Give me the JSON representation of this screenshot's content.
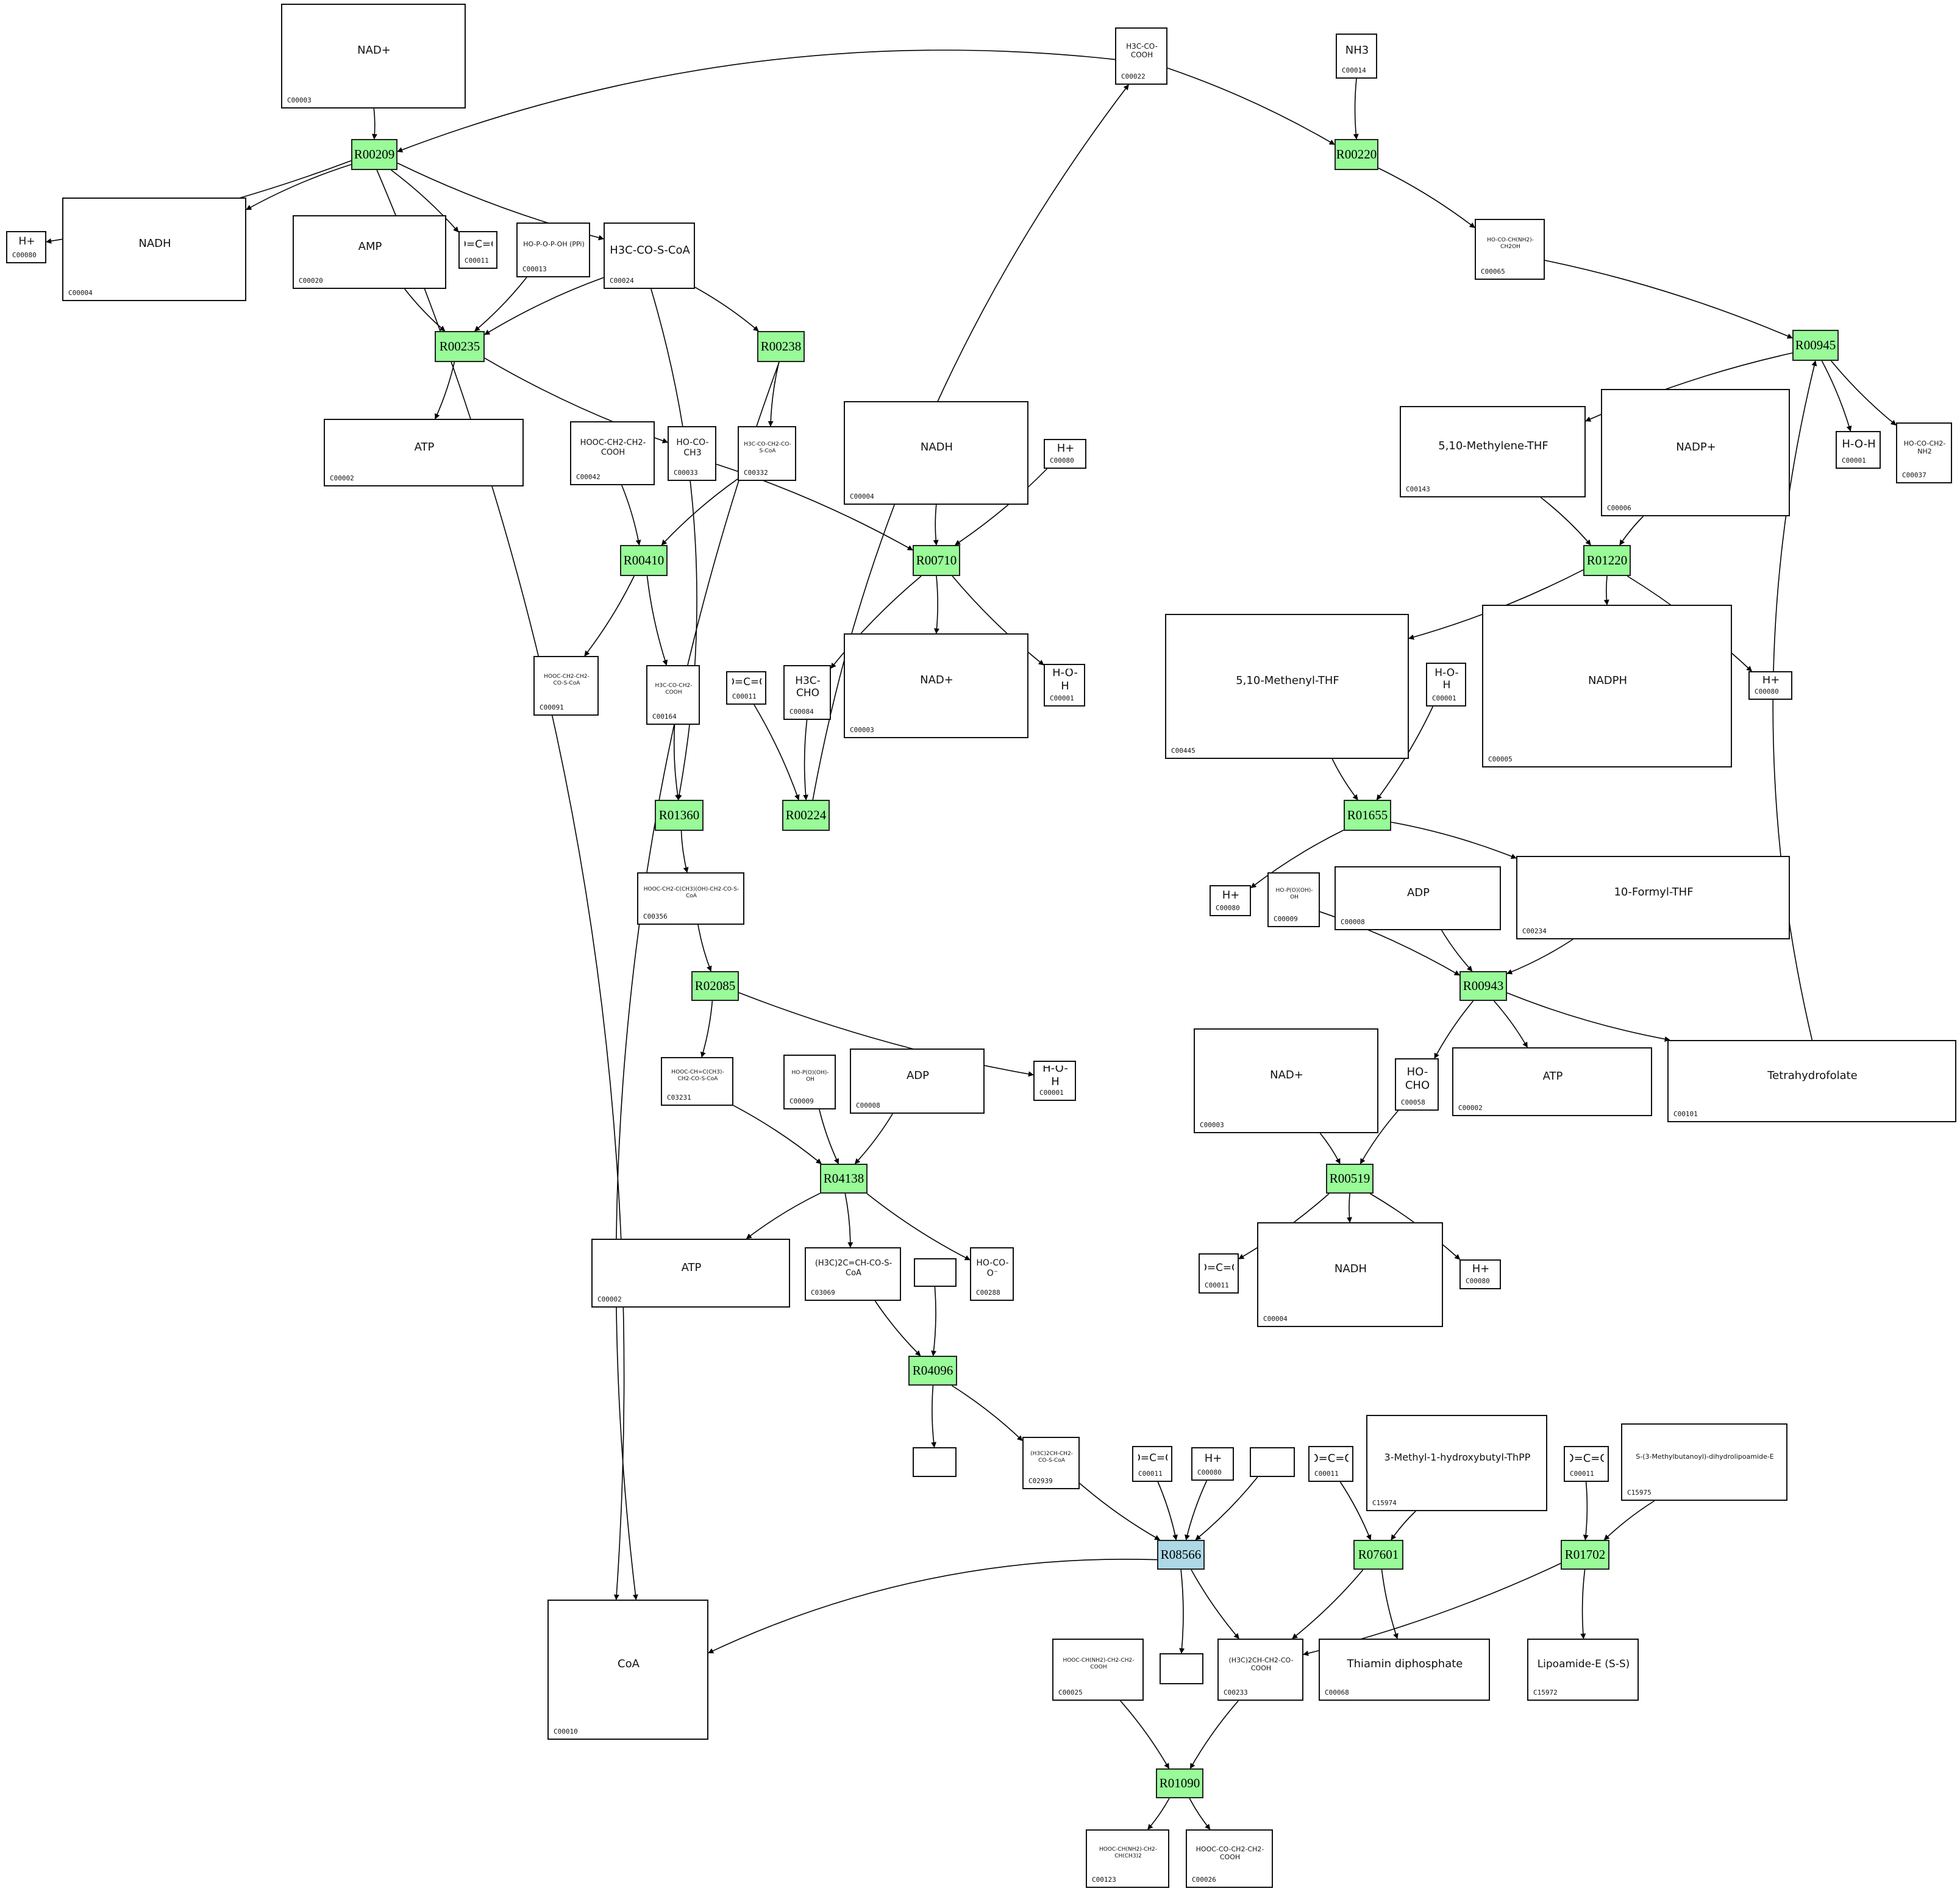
{
  "diagram": {
    "type": "metabolic-pathway",
    "colors": {
      "reaction": "#98fb98",
      "reaction_highlight": "#add8e6",
      "edge": "#000000"
    },
    "reactions": [
      {
        "id": "R00209",
        "label": "R00209"
      },
      {
        "id": "R00220",
        "label": "R00220"
      },
      {
        "id": "R00235",
        "label": "R00235"
      },
      {
        "id": "R00238",
        "label": "R00238"
      },
      {
        "id": "R00945",
        "label": "R00945"
      },
      {
        "id": "R00410",
        "label": "R00410"
      },
      {
        "id": "R00710",
        "label": "R00710"
      },
      {
        "id": "R01220",
        "label": "R01220"
      },
      {
        "id": "R01360",
        "label": "R01360"
      },
      {
        "id": "R00224",
        "label": "R00224"
      },
      {
        "id": "R01655",
        "label": "R01655"
      },
      {
        "id": "R02085",
        "label": "R02085"
      },
      {
        "id": "R00943",
        "label": "R00943"
      },
      {
        "id": "R04138",
        "label": "R04138"
      },
      {
        "id": "R00519",
        "label": "R00519"
      },
      {
        "id": "R04096",
        "label": "R04096"
      },
      {
        "id": "R08566",
        "label": "R08566",
        "highlight": true
      },
      {
        "id": "R07601",
        "label": "R07601"
      },
      {
        "id": "R01702",
        "label": "R01702"
      },
      {
        "id": "R01090",
        "label": "R01090"
      }
    ],
    "compounds": [
      {
        "key": "n1",
        "id": "C00003",
        "formula": "NAD+"
      },
      {
        "key": "n2",
        "id": "C00022",
        "formula": "H3C-CO-COOH"
      },
      {
        "key": "n3",
        "id": "C00014",
        "formula": "NH3"
      },
      {
        "key": "n4",
        "id": "C00080",
        "formula": "H+"
      },
      {
        "key": "n5",
        "id": "C00004",
        "formula": "NADH"
      },
      {
        "key": "n6",
        "id": "C00020",
        "formula": "AMP"
      },
      {
        "key": "n7",
        "id": "C00011",
        "formula": "O=C=O"
      },
      {
        "key": "n8",
        "id": "C00013",
        "formula": "HO-P-O-P-OH (PPi)"
      },
      {
        "key": "n9",
        "id": "C00024",
        "formula": "H3C-CO-S-CoA"
      },
      {
        "key": "n10",
        "id": "C00065",
        "formula": "HO-CO-CH(NH2)-CH2OH"
      },
      {
        "key": "n11",
        "id": "C00002",
        "formula": "ATP"
      },
      {
        "key": "n12",
        "id": "C00042",
        "formula": "HOOC-CH2-CH2-COOH"
      },
      {
        "key": "n13",
        "id": "C00033",
        "formula": "HO-CO-CH3"
      },
      {
        "key": "n14",
        "id": "C00332",
        "formula": "H3C-CO-CH2-CO-S-CoA"
      },
      {
        "key": "n15",
        "id": "C00004",
        "formula": "NADH"
      },
      {
        "key": "n16",
        "id": "C00080",
        "formula": "H+"
      },
      {
        "key": "n17",
        "id": "C00143",
        "formula": "5,10-Methylene-THF"
      },
      {
        "key": "n18",
        "id": "C00006",
        "formula": "NADP+"
      },
      {
        "key": "n19",
        "id": "C00001",
        "formula": "H-O-H"
      },
      {
        "key": "n20",
        "id": "C00037",
        "formula": "HO-CO-CH2-NH2"
      },
      {
        "key": "n21",
        "id": "C00091",
        "formula": "HOOC-CH2-CH2-CO-S-CoA"
      },
      {
        "key": "n22",
        "id": "C00164",
        "formula": "H3C-CO-CH2-COOH"
      },
      {
        "key": "n23",
        "id": "C00011",
        "formula": "O=C=O"
      },
      {
        "key": "n24",
        "id": "C00084",
        "formula": "H3C-CHO"
      },
      {
        "key": "n25",
        "id": "C00003",
        "formula": "NAD+"
      },
      {
        "key": "n26",
        "id": "C00001",
        "formula": "H-O-H"
      },
      {
        "key": "n27",
        "id": "C00445",
        "formula": "5,10-Methenyl-THF"
      },
      {
        "key": "n28",
        "id": "C00001",
        "formula": "H-O-H"
      },
      {
        "key": "n29",
        "id": "C00005",
        "formula": "NADPH"
      },
      {
        "key": "n30",
        "id": "C00080",
        "formula": "H+"
      },
      {
        "key": "n31",
        "id": "C00356",
        "formula": "HOOC-CH2-C(CH3)(OH)-CH2-CO-S-CoA"
      },
      {
        "key": "n32",
        "id": "C00080",
        "formula": "H+"
      },
      {
        "key": "n33",
        "id": "C00009",
        "formula": "HO-P(O)(OH)-OH"
      },
      {
        "key": "n34",
        "id": "C00008",
        "formula": "ADP"
      },
      {
        "key": "n35",
        "id": "C00234",
        "formula": "10-Formyl-THF"
      },
      {
        "key": "n36",
        "id": "C03231",
        "formula": "HOOC-CH=C(CH3)-CH2-CO-S-CoA"
      },
      {
        "key": "n37",
        "id": "C00009",
        "formula": "HO-P(O)(OH)-OH"
      },
      {
        "key": "n38",
        "id": "C00008",
        "formula": "ADP"
      },
      {
        "key": "n39",
        "id": "C00001",
        "formula": "H-O-H"
      },
      {
        "key": "n40",
        "id": "C00003",
        "formula": "NAD+"
      },
      {
        "key": "n41",
        "id": "C00058",
        "formula": "HO-CHO"
      },
      {
        "key": "n42",
        "id": "C00002",
        "formula": "ATP"
      },
      {
        "key": "n43",
        "id": "C00101",
        "formula": "Tetrahydrofolate"
      },
      {
        "key": "n44",
        "id": "C00002",
        "formula": "ATP"
      },
      {
        "key": "n45",
        "id": "C03069",
        "formula": "(H3C)2C=CH-CO-S-CoA"
      },
      {
        "key": "n46",
        "id": "",
        "formula": "",
        "blank": true
      },
      {
        "key": "n47",
        "id": "C00288",
        "formula": "HO-CO-O⁻"
      },
      {
        "key": "n48",
        "id": "C00011",
        "formula": "O=C=O"
      },
      {
        "key": "n49",
        "id": "C00004",
        "formula": "NADH"
      },
      {
        "key": "n50",
        "id": "C00080",
        "formula": "H+"
      },
      {
        "key": "n51",
        "id": "",
        "formula": "",
        "blank": true
      },
      {
        "key": "n52",
        "id": "C02939",
        "formula": "(H3C)2CH-CH2-CO-S-CoA"
      },
      {
        "key": "n53",
        "id": "C00011",
        "formula": "O=C=O"
      },
      {
        "key": "n54",
        "id": "C00080",
        "formula": "H+"
      },
      {
        "key": "n55",
        "id": "",
        "formula": "",
        "blank": true
      },
      {
        "key": "n56",
        "id": "C00011",
        "formula": "O=C=O"
      },
      {
        "key": "n57",
        "id": "C15974",
        "formula": "3-Methyl-1-hydroxybutyl-ThPP"
      },
      {
        "key": "n58",
        "id": "C00011",
        "formula": "O=C=O"
      },
      {
        "key": "n59",
        "id": "C15975",
        "formula": "S-(3-Methylbutanoyl)-dihydrolipoamide-E"
      },
      {
        "key": "n60",
        "id": "C00010",
        "formula": "CoA"
      },
      {
        "key": "n61",
        "id": "C00025",
        "formula": "HOOC-CH(NH2)-CH2-CH2-COOH"
      },
      {
        "key": "n62",
        "id": "",
        "formula": "",
        "blank": true
      },
      {
        "key": "n63",
        "id": "C00233",
        "formula": "(H3C)2CH-CH2-CO-COOH"
      },
      {
        "key": "n64",
        "id": "C00068",
        "formula": "Thiamin diphosphate"
      },
      {
        "key": "n65",
        "id": "C15972",
        "formula": "Lipoamide-E (S-S)"
      },
      {
        "key": "n66",
        "id": "C00123",
        "formula": "HOOC-CH(NH2)-CH2-CH(CH3)2"
      },
      {
        "key": "n67",
        "id": "C00026",
        "formula": "HOOC-CO-CH2-CH2-COOH"
      }
    ],
    "edges": [
      [
        "n1",
        "R00209"
      ],
      [
        "n2",
        "R00209"
      ],
      [
        "R00209",
        "n4"
      ],
      [
        "R00209",
        "n5"
      ],
      [
        "R00209",
        "n7"
      ],
      [
        "R00209",
        "n9"
      ],
      [
        "n2",
        "R00220"
      ],
      [
        "n3",
        "R00220"
      ],
      [
        "R00220",
        "n10"
      ],
      [
        "n6",
        "R00235"
      ],
      [
        "n8",
        "R00235"
      ],
      [
        "n9",
        "R00235"
      ],
      [
        "R00235",
        "n11"
      ],
      [
        "R00235",
        "n13"
      ],
      [
        "n9",
        "R00238"
      ],
      [
        "R00238",
        "n14"
      ],
      [
        "n10",
        "R00945"
      ],
      [
        "R00945",
        "n17"
      ],
      [
        "R00945",
        "n19"
      ],
      [
        "R00945",
        "n20"
      ],
      [
        "n12",
        "R00410"
      ],
      [
        "n14",
        "R00410"
      ],
      [
        "R00410",
        "n21"
      ],
      [
        "R00410",
        "n22"
      ],
      [
        "n13",
        "R00710"
      ],
      [
        "n15",
        "R00710"
      ],
      [
        "n16",
        "R00710"
      ],
      [
        "R00710",
        "n24"
      ],
      [
        "R00710",
        "n25"
      ],
      [
        "R00710",
        "n26"
      ],
      [
        "n17",
        "R01220"
      ],
      [
        "n18",
        "R01220"
      ],
      [
        "R01220",
        "n27"
      ],
      [
        "R01220",
        "n29"
      ],
      [
        "R01220",
        "n30"
      ],
      [
        "n22",
        "R01360"
      ],
      [
        "n9",
        "R01360"
      ],
      [
        "R01360",
        "n31"
      ],
      [
        "n23",
        "R00224"
      ],
      [
        "n24",
        "R00224"
      ],
      [
        "R00224",
        "n2"
      ],
      [
        "n27",
        "R01655"
      ],
      [
        "n28",
        "R01655"
      ],
      [
        "R01655",
        "n32"
      ],
      [
        "R01655",
        "n35"
      ],
      [
        "n31",
        "R02085"
      ],
      [
        "R02085",
        "n36"
      ],
      [
        "R02085",
        "n39"
      ],
      [
        "n33",
        "R00943"
      ],
      [
        "n34",
        "R00943"
      ],
      [
        "n35",
        "R00943"
      ],
      [
        "R00943",
        "n41"
      ],
      [
        "R00943",
        "n42"
      ],
      [
        "R00943",
        "n43"
      ],
      [
        "n36",
        "R04138"
      ],
      [
        "n37",
        "R04138"
      ],
      [
        "n38",
        "R04138"
      ],
      [
        "R04138",
        "n44"
      ],
      [
        "R04138",
        "n45"
      ],
      [
        "R04138",
        "n47"
      ],
      [
        "n40",
        "R00519"
      ],
      [
        "n41",
        "R00519"
      ],
      [
        "R00519",
        "n48"
      ],
      [
        "R00519",
        "n49"
      ],
      [
        "R00519",
        "n50"
      ],
      [
        "n45",
        "R04096"
      ],
      [
        "n46",
        "R04096"
      ],
      [
        "R04096",
        "n51"
      ],
      [
        "R04096",
        "n52"
      ],
      [
        "n52",
        "R08566"
      ],
      [
        "n53",
        "R08566"
      ],
      [
        "n54",
        "R08566"
      ],
      [
        "n55",
        "R08566"
      ],
      [
        "R08566",
        "n60"
      ],
      [
        "R08566",
        "n62"
      ],
      [
        "R08566",
        "n63"
      ],
      [
        "n56",
        "R07601"
      ],
      [
        "n57",
        "R07601"
      ],
      [
        "R07601",
        "n63"
      ],
      [
        "R07601",
        "n64"
      ],
      [
        "n58",
        "R01702"
      ],
      [
        "n59",
        "R01702"
      ],
      [
        "R01702",
        "n63"
      ],
      [
        "R01702",
        "n65"
      ],
      [
        "n61",
        "R01090"
      ],
      [
        "n63",
        "R01090"
      ],
      [
        "R01090",
        "n66"
      ],
      [
        "R01090",
        "n67"
      ],
      [
        "R00209",
        "n60"
      ],
      [
        "R00238",
        "n60"
      ],
      [
        "n43",
        "R00945"
      ]
    ]
  }
}
